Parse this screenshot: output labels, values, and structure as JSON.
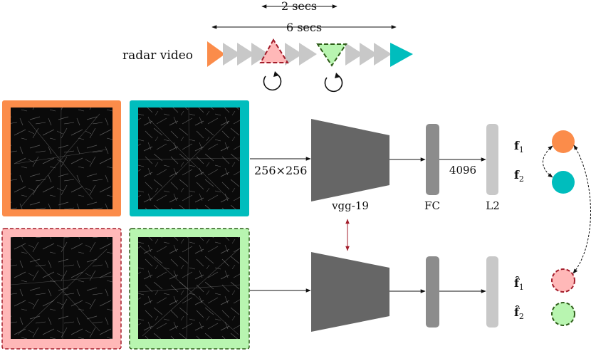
{
  "top": {
    "radar_video_label": "radar video",
    "span_short_label": "2 secs",
    "span_long_label": "6 secs"
  },
  "network": {
    "input_size_label": "256×256",
    "backbone_label": "vgg-19",
    "fc_label": "FC",
    "feature_dim_label": "4096",
    "l2_label": "L2"
  },
  "features": {
    "f1": "f",
    "f1_sub": "1",
    "f2": "f",
    "f2_sub": "2",
    "f1_hat": "f̂",
    "f1_hat_sub": "1",
    "f2_hat": "f̂",
    "f2_hat_sub": "2"
  },
  "colors": {
    "orange": "#fb8c4a",
    "teal": "#00bdbd",
    "pink": "#ffb8b8",
    "pink_border": "#a31d2b",
    "green": "#b8f5b0",
    "green_border": "#2f5e1a",
    "grey_frame": "#c8c8c8",
    "network_dark": "#666666",
    "fc": "#8c8c8c",
    "l2": "#c8c8c8",
    "radar_bg": "#0a0a0a",
    "link_arrow": "#a31d2b"
  },
  "icons": {
    "loop": "circular-arrow-icon",
    "arrowheads": "arrow-icon"
  }
}
